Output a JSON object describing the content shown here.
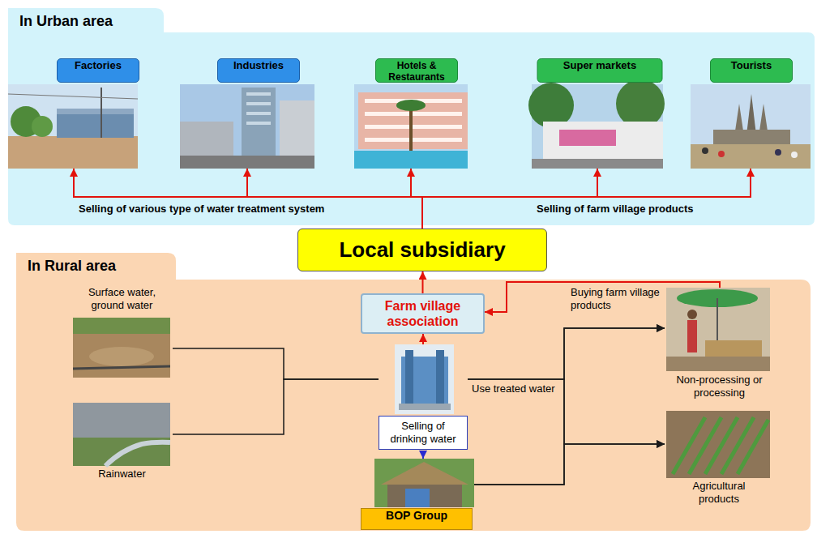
{
  "diagram": {
    "nodes": [
      {
        "text": [
          "In Urban area"
        ]
      },
      {
        "text": [
          "Factories"
        ],
        "in": 0
      },
      {
        "text": [
          "Industries"
        ],
        "in": 0
      },
      {
        "text": [
          "Hotels & Restaurants"
        ],
        "in": 0
      },
      {
        "text": [
          "Super markets"
        ],
        "in": 0
      },
      {
        "text": [
          "Tourists"
        ],
        "in": 0
      },
      {
        "text": [
          "Local subsidiary"
        ]
      },
      {
        "text": [
          "In Rural area"
        ]
      },
      {
        "text": [
          "Surface water, ground water"
        ],
        "in": 7
      },
      {
        "text": [
          "Rainwater"
        ],
        "in": 7
      },
      {
        "text": [
          "Farm village association"
        ],
        "in": 7
      },
      {
        "text": [
          "Selling of drinking water"
        ],
        "in": 7
      },
      {
        "text": [
          "BOP Group"
        ],
        "in": 7
      },
      {
        "text": [
          "Non-processing or processing"
        ],
        "in": 7
      },
      {
        "text": [
          "Agricultural products"
        ],
        "in": 7
      }
    ],
    "edges": [
      {
        "from": 6,
        "to": 1,
        "arrow": "to"
      },
      {
        "from": 6,
        "to": 2,
        "arrow": "to"
      },
      {
        "from": 6,
        "to": 3,
        "arrow": "to"
      },
      {
        "from": 6,
        "to": 4,
        "arrow": "to"
      },
      {
        "from": 6,
        "to": 5,
        "arrow": "to"
      },
      {
        "from": 10,
        "to": 6,
        "arrow": "to"
      },
      {
        "from": 11,
        "to": 10,
        "arrow": "to"
      },
      {
        "from": 8,
        "to": 11,
        "arrow": "none"
      },
      {
        "from": 9,
        "to": 11,
        "arrow": "none"
      },
      {
        "from": 11,
        "to": 12,
        "arrow": "to"
      },
      {
        "from": 11,
        "to": 13,
        "label": "Use treated water",
        "arrow": "to"
      },
      {
        "from": 11,
        "to": 14,
        "arrow": "to"
      },
      {
        "from": 12,
        "to": 13,
        "arrow": "to"
      },
      {
        "from": 12,
        "to": 14,
        "arrow": "to"
      },
      {
        "from": 13,
        "to": 10,
        "label": "Buying farm village products",
        "arrow": "to"
      }
    ],
    "labels": [
      "Selling of various type of water treatment system",
      "Selling of farm village products"
    ]
  }
}
